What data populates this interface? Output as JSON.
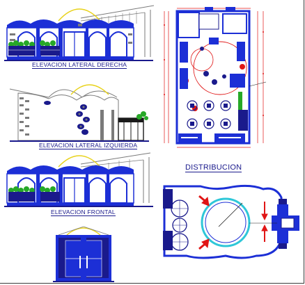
{
  "sheet": {
    "labels": {
      "right_elevation": "ELEVACION LATERAL DERECHA",
      "left_elevation": "ELEVACION LATERAL IZQUIERDA",
      "front_elevation": "ELEVACION FRONTAL",
      "plan": "DISTRIBUCION"
    }
  },
  "colors": {
    "blue": "#1c2fd6",
    "navy": "#1a1a8c",
    "red": "#e01515",
    "green": "#27a827",
    "yellow": "#e8d21a",
    "cyan": "#2ec7d8",
    "gray": "#7a7a7a"
  }
}
